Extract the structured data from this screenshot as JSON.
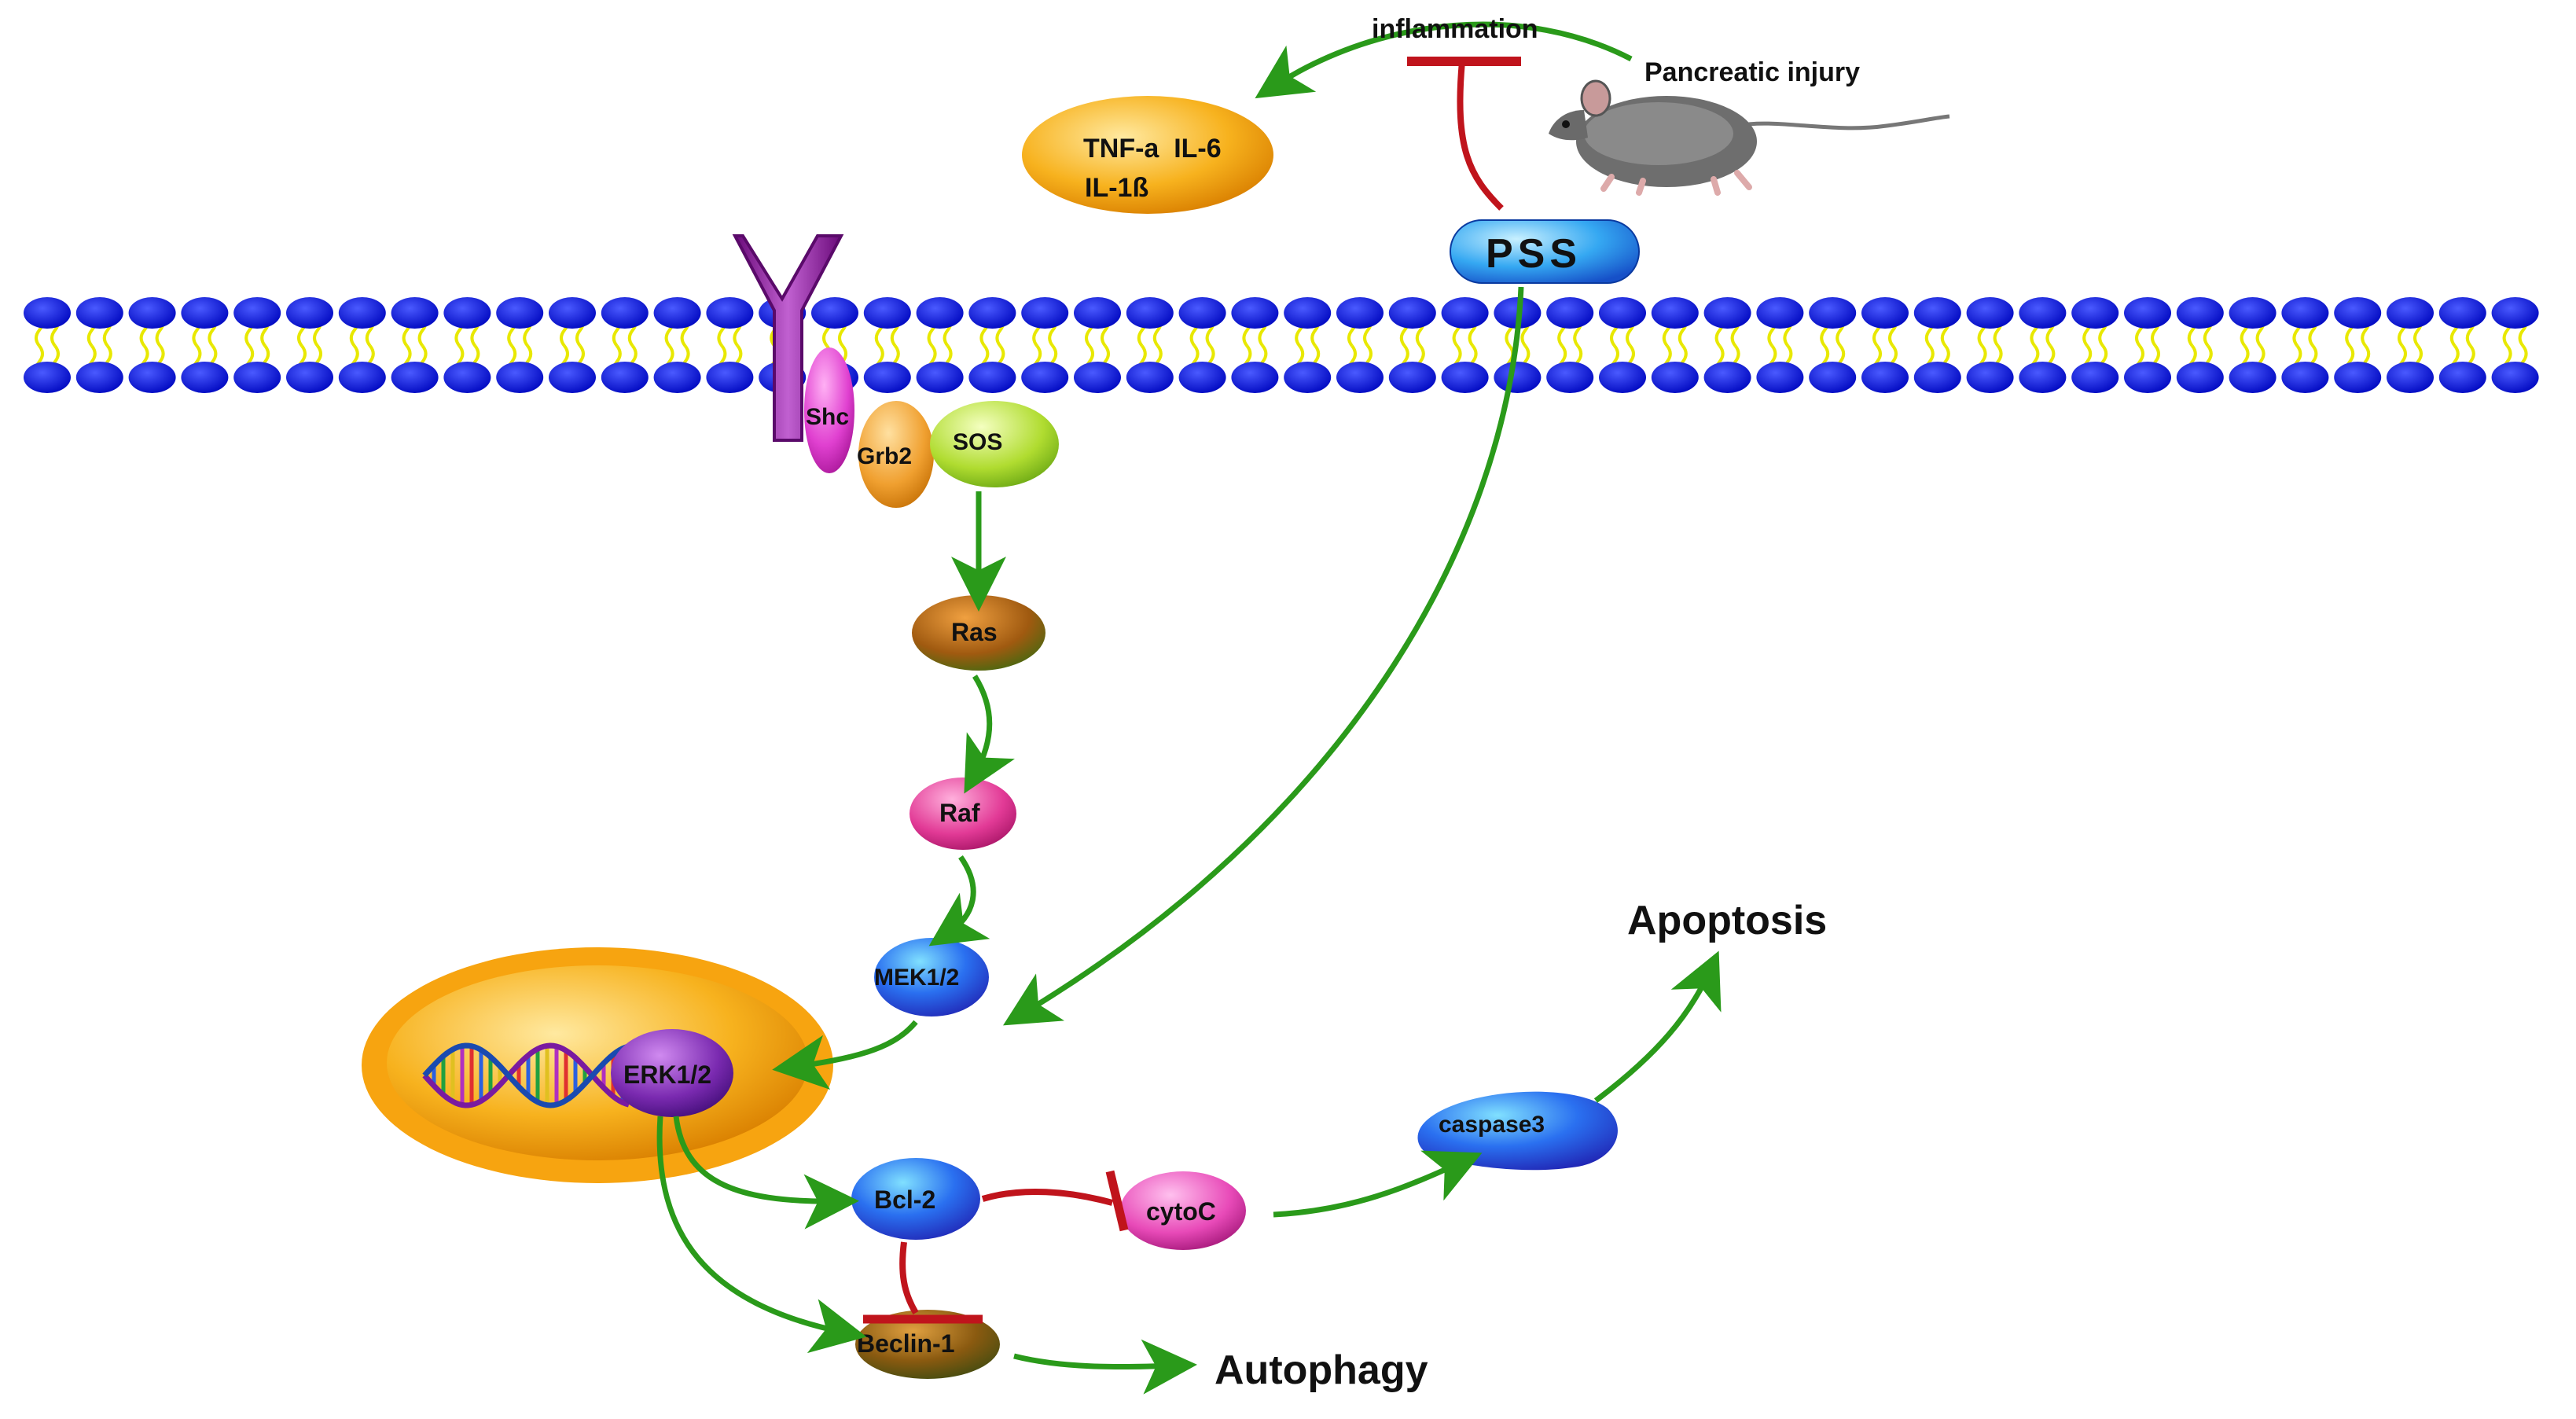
{
  "labels": {
    "inflammation": "inflammation",
    "pancreatic_injury": "Pancreatic injury",
    "cytokine_line1": "TNF-a  IL-6",
    "cytokine_line2": "IL-1ß",
    "pss": "PSS",
    "shc": "Shc",
    "grb2": "Grb2",
    "sos": "SOS",
    "ras": "Ras",
    "raf": "Raf",
    "mek": "MEK1/2",
    "erk": "ERK1/2",
    "bcl2": "Bcl-2",
    "cytoc": "cytoC",
    "caspase3": "caspase3",
    "beclin1": "Beclin-1",
    "apoptosis": "Apoptosis",
    "autophagy": "Autophagy"
  },
  "colors": {
    "activation_arrow": "#2a9a1a",
    "inhibition": "#c0141c",
    "membrane_head": "#0a10d8",
    "membrane_tail": "#e8e800",
    "receptor": "#9a2a9e",
    "nucleus": "#f5a81e",
    "pss": "#2aa0f0",
    "ras": "#8a4a10",
    "raf": "#e0409a",
    "mek": "#2040e0",
    "erk": "#7a2ab0",
    "bcl2": "#2a70f0",
    "cytoc": "#e84ab8",
    "caspase3": "#2a50e8",
    "beclin1": "#7a5a10",
    "grb2": "#f0a030",
    "sos": "#a8d830",
    "shc": "#e040d0"
  },
  "icons": [
    "mouse-icon",
    "dna-helix-icon",
    "receptor-icon",
    "lipid-bilayer-icon"
  ]
}
